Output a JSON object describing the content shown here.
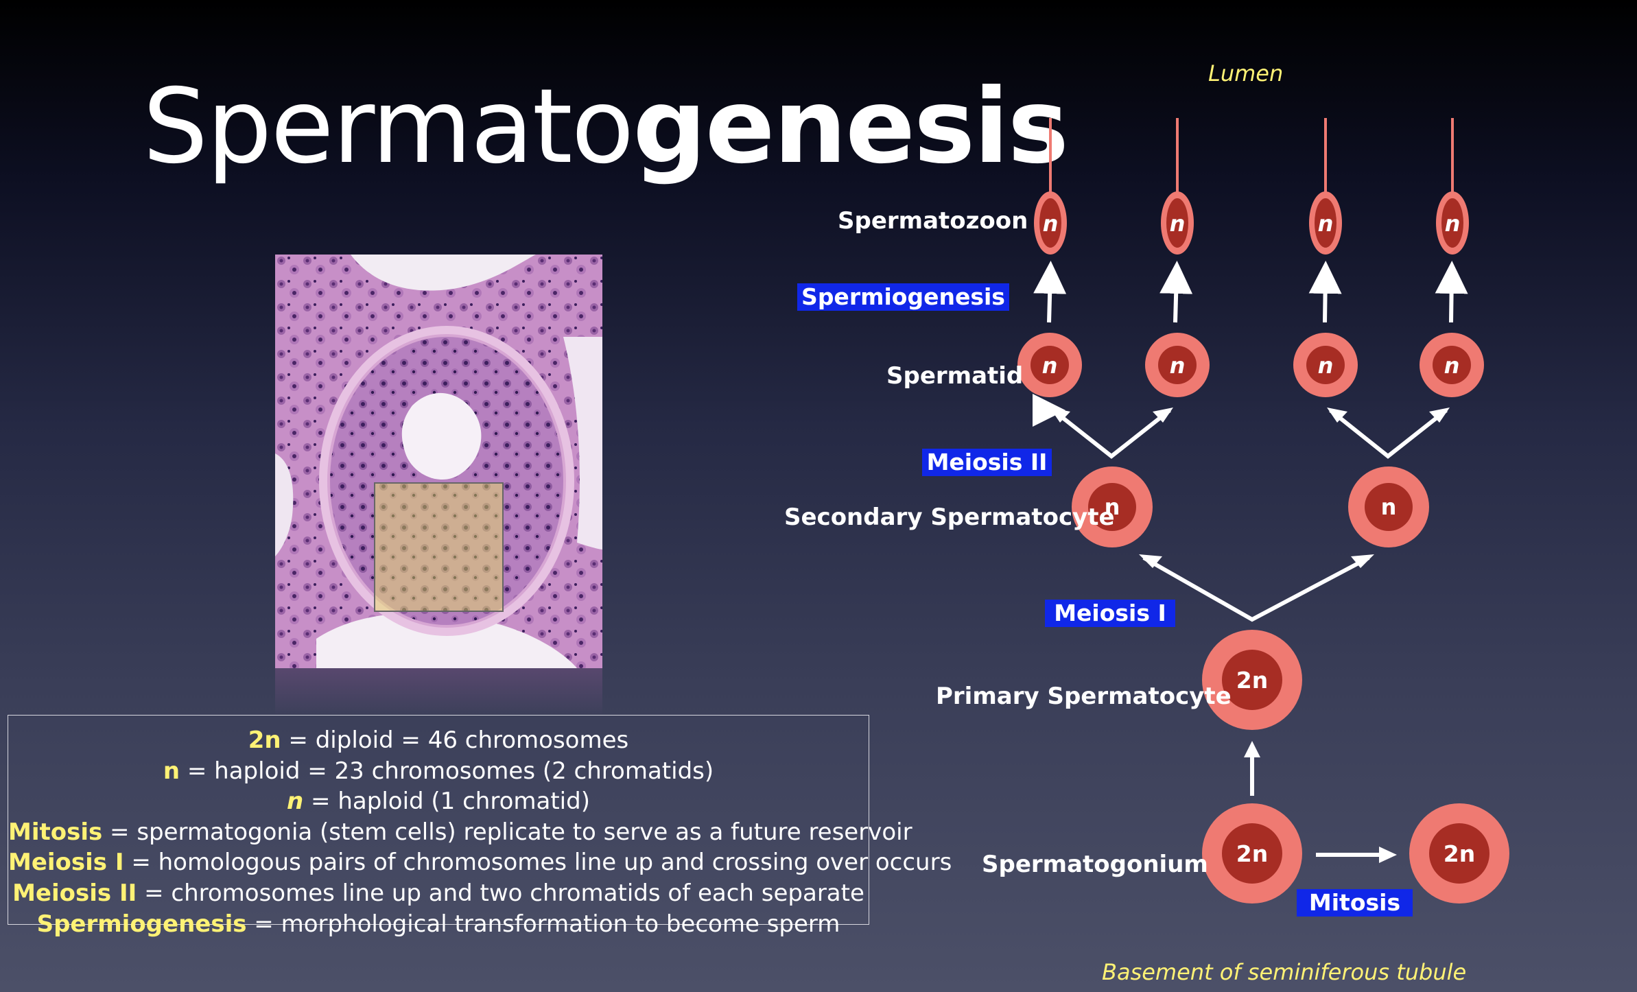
{
  "title": {
    "regular": "Spermato",
    "bold": "genesis"
  },
  "labels": {
    "lumen": "Lumen",
    "spermatozoon": "Spermatozoon",
    "spermatid": "Spermatid",
    "secondary": "Secondary Spermatocyte",
    "primary": "Primary Spermatocyte",
    "spermatogonium": "Spermatogonium",
    "basement": "Basement of seminiferous tubule"
  },
  "stages": {
    "spermiogenesis": "Spermiogenesis",
    "meiosis2": "Meiosis II",
    "meiosis1": "Meiosis I",
    "mitosis": "Mitosis"
  },
  "cells": {
    "spermatozoa": [
      "n",
      "n",
      "n",
      "n"
    ],
    "spermatids": [
      "n",
      "n",
      "n",
      "n"
    ],
    "secondary": [
      "n",
      "n"
    ],
    "primary": "2n",
    "spermatogonia": [
      "2n",
      "2n"
    ]
  },
  "legend": [
    {
      "term": "2n",
      "term_style": "bold",
      "text": " = diploid = 46 chromosomes"
    },
    {
      "term": "n",
      "term_style": "bold",
      "text": " = haploid = 23 chromosomes (2 chromatids)"
    },
    {
      "term": "n",
      "term_style": "bold-italic",
      "text": " = haploid (1 chromatid)"
    },
    {
      "term": "Mitosis",
      "term_style": "bold",
      "text": " = spermatogonia (stem cells) replicate to serve as a future reservoir"
    },
    {
      "term": "Meiosis I",
      "term_style": "bold",
      "text": " = homologous pairs of chromosomes line up and crossing over occurs"
    },
    {
      "term": "Meiosis II",
      "term_style": "bold",
      "text": " = chromosomes line up and two chromatids of each separate"
    },
    {
      "term": "Spermiogenesis",
      "term_style": "bold",
      "text": " = morphological transformation to become sperm"
    }
  ],
  "colors": {
    "cell_outer": "#ef7a72",
    "cell_inner": "#a72d24",
    "stage_box": "#1027e8",
    "accent_text": "#fff275"
  }
}
